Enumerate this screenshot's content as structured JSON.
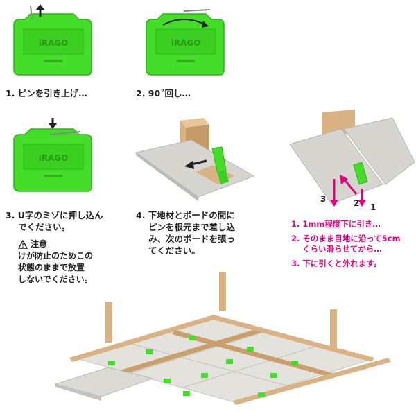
{
  "steps": {
    "s1": "1. ピンを引き上げ…",
    "s2": "2. 90˚回し…",
    "s3_l1": "3. U字のミゾに押し込ん",
    "s3_l2": "でください。",
    "s4_l1": "4. 下地材とボードの間に",
    "s4_l2": "ピンを根元まで差し込",
    "s4_l3": "み、次のボードを張っ",
    "s4_l4": "てください。"
  },
  "warning": {
    "title": "注意",
    "l1": "けが防止のためこの",
    "l2": "状態のままで放置",
    "l3": "しないでください。"
  },
  "removal": {
    "n1": "1",
    "n2": "2",
    "n3": "3",
    "r1": "1. 1mm程度下に引き…",
    "r2_l1": "2. そのまま目地に沿って5cm",
    "r2_l2": "くらい滑らせてから…",
    "r3": "3. 下に引くと外れます。"
  },
  "colors": {
    "green": "#44dd2a",
    "green_dark": "#2fb318",
    "pink": "#e6007e",
    "wood": "#d9b383",
    "board": "#d7d5d0"
  }
}
